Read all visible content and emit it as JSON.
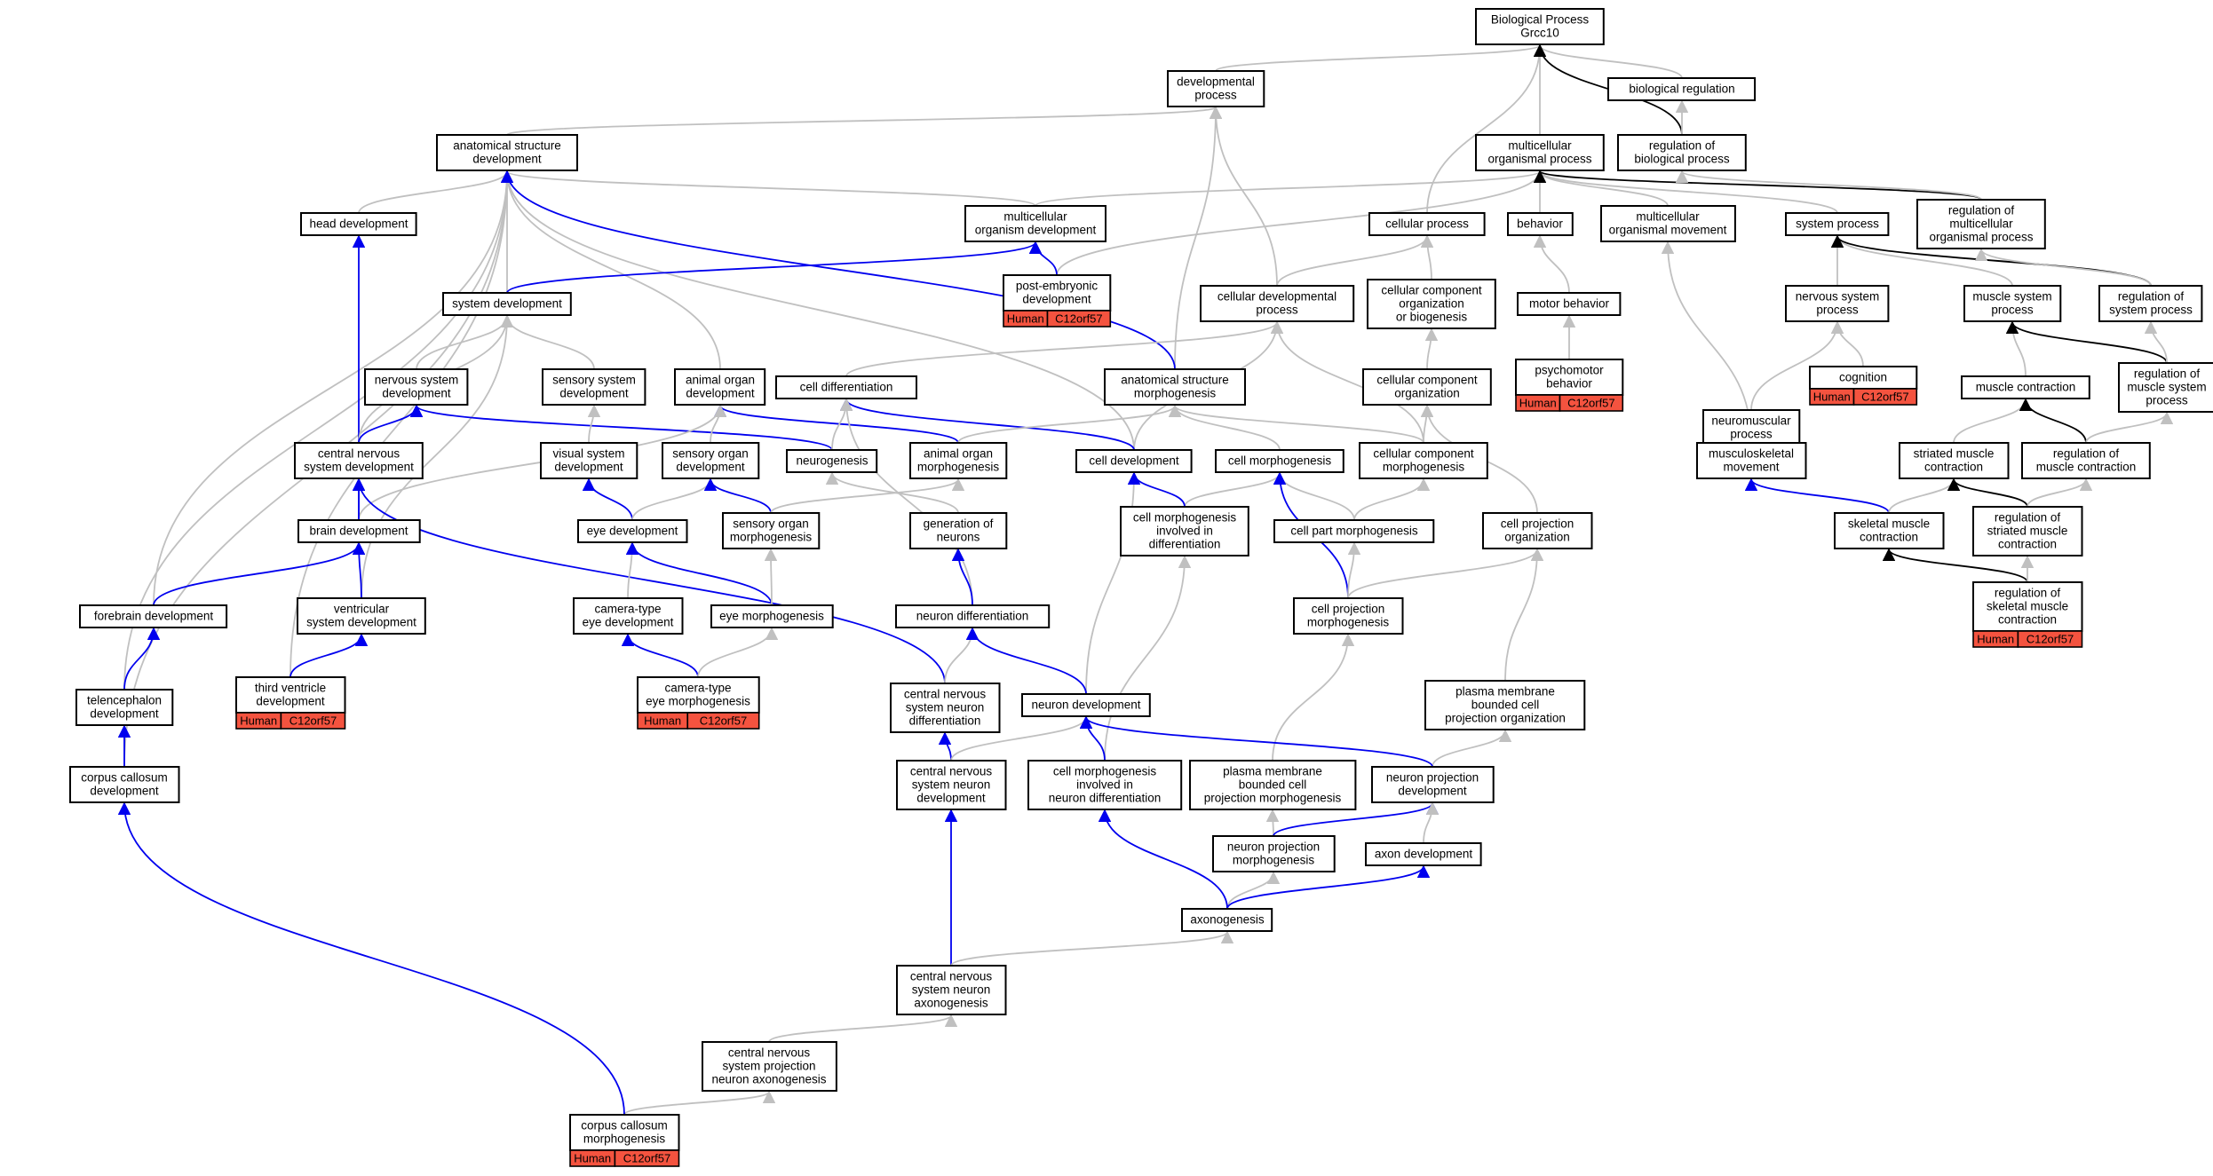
{
  "colors": {
    "is_a": "#c0c0c0",
    "part_of": "#0000ee",
    "regulates": "#000000",
    "annotation": "#f4533f"
  },
  "nodes": [
    {
      "id": "bp",
      "lines": [
        "Biological Process",
        "Grcc10"
      ]
    },
    {
      "id": "devproc",
      "lines": [
        "developmental",
        "process"
      ]
    },
    {
      "id": "bioreg",
      "lines": [
        "biological regulation"
      ]
    },
    {
      "id": "asd",
      "lines": [
        "anatomical structure",
        "development"
      ]
    },
    {
      "id": "mop",
      "lines": [
        "multicellular",
        "organismal process"
      ]
    },
    {
      "id": "regbp",
      "lines": [
        "regulation of",
        "biological process"
      ]
    },
    {
      "id": "headdev",
      "lines": [
        "head development"
      ]
    },
    {
      "id": "mod",
      "lines": [
        "multicellular",
        "organism development"
      ]
    },
    {
      "id": "cellproc",
      "lines": [
        "cellular process"
      ]
    },
    {
      "id": "behavior",
      "lines": [
        "behavior"
      ]
    },
    {
      "id": "mom",
      "lines": [
        "multicellular",
        "organismal movement"
      ]
    },
    {
      "id": "sysproc",
      "lines": [
        "system process"
      ]
    },
    {
      "id": "regmop",
      "lines": [
        "regulation of",
        "multicellular",
        "organismal process"
      ]
    },
    {
      "id": "ped",
      "lines": [
        "post-embryonic",
        "development"
      ],
      "annotation": [
        "Human",
        "C12orf57"
      ]
    },
    {
      "id": "sysdev",
      "lines": [
        "system development"
      ]
    },
    {
      "id": "celldevproc",
      "lines": [
        "cellular developmental",
        "process"
      ]
    },
    {
      "id": "ccob",
      "lines": [
        "cellular component",
        "organization",
        "or biogenesis"
      ]
    },
    {
      "id": "motorbeh",
      "lines": [
        "motor behavior"
      ]
    },
    {
      "id": "nsproc",
      "lines": [
        "nervous system",
        "process"
      ]
    },
    {
      "id": "msproc",
      "lines": [
        "muscle system",
        "process"
      ]
    },
    {
      "id": "regsysproc",
      "lines": [
        "regulation of",
        "system process"
      ]
    },
    {
      "id": "nsdev",
      "lines": [
        "nervous system",
        "development"
      ]
    },
    {
      "id": "ssdev",
      "lines": [
        "sensory system",
        "development"
      ]
    },
    {
      "id": "aod",
      "lines": [
        "animal organ",
        "development"
      ]
    },
    {
      "id": "celldiff",
      "lines": [
        "cell differentiation"
      ]
    },
    {
      "id": "asm",
      "lines": [
        "anatomical structure",
        "morphogenesis"
      ]
    },
    {
      "id": "cco",
      "lines": [
        "cellular component",
        "organization"
      ]
    },
    {
      "id": "psychomotor",
      "lines": [
        "psychomotor",
        "behavior"
      ],
      "annotation": [
        "Human",
        "C12orf57"
      ]
    },
    {
      "id": "cognition",
      "lines": [
        "cognition"
      ],
      "annotation": [
        "Human",
        "C12orf57"
      ]
    },
    {
      "id": "musclecontr",
      "lines": [
        "muscle contraction"
      ]
    },
    {
      "id": "regmsp",
      "lines": [
        "regulation of",
        "muscle system",
        "process"
      ]
    },
    {
      "id": "neuromusc",
      "lines": [
        "neuromuscular",
        "process"
      ]
    },
    {
      "id": "cnsdev",
      "lines": [
        "central nervous",
        "system development"
      ]
    },
    {
      "id": "visualdev",
      "lines": [
        "visual system",
        "development"
      ]
    },
    {
      "id": "sensorgandev",
      "lines": [
        "sensory organ",
        "development"
      ]
    },
    {
      "id": "neurogenesis",
      "lines": [
        "neurogenesis"
      ]
    },
    {
      "id": "aom",
      "lines": [
        "animal organ",
        "morphogenesis"
      ]
    },
    {
      "id": "celldev",
      "lines": [
        "cell development"
      ]
    },
    {
      "id": "cellmorph",
      "lines": [
        "cell morphogenesis"
      ]
    },
    {
      "id": "ccm",
      "lines": [
        "cellular component",
        "morphogenesis"
      ]
    },
    {
      "id": "musculoskel",
      "lines": [
        "musculoskeletal",
        "movement"
      ]
    },
    {
      "id": "striated",
      "lines": [
        "striated muscle",
        "contraction"
      ]
    },
    {
      "id": "regmc",
      "lines": [
        "regulation of",
        "muscle contraction"
      ]
    },
    {
      "id": "braindev",
      "lines": [
        "brain development"
      ]
    },
    {
      "id": "eyedev",
      "lines": [
        "eye development"
      ]
    },
    {
      "id": "som",
      "lines": [
        "sensory organ",
        "morphogenesis"
      ]
    },
    {
      "id": "genneurons",
      "lines": [
        "generation of",
        "neurons"
      ]
    },
    {
      "id": "cmid",
      "lines": [
        "cell morphogenesis",
        "involved in",
        "differentiation"
      ]
    },
    {
      "id": "cpm",
      "lines": [
        "cell part morphogenesis"
      ]
    },
    {
      "id": "cpo",
      "lines": [
        "cell projection",
        "organization"
      ]
    },
    {
      "id": "skeletal",
      "lines": [
        "skeletal muscle",
        "contraction"
      ]
    },
    {
      "id": "regsmc",
      "lines": [
        "regulation of",
        "striated muscle",
        "contraction"
      ]
    },
    {
      "id": "forebrain",
      "lines": [
        "forebrain development"
      ]
    },
    {
      "id": "ventricular",
      "lines": [
        "ventricular",
        "system development"
      ]
    },
    {
      "id": "cted",
      "lines": [
        "camera-type",
        "eye development"
      ]
    },
    {
      "id": "eyemorph",
      "lines": [
        "eye morphogenesis"
      ]
    },
    {
      "id": "neurondiff",
      "lines": [
        "neuron differentiation"
      ]
    },
    {
      "id": "cpmorph",
      "lines": [
        "cell projection",
        "morphogenesis"
      ]
    },
    {
      "id": "regskmc",
      "lines": [
        "regulation of",
        "skeletal muscle",
        "contraction"
      ],
      "annotation": [
        "Human",
        "C12orf57"
      ]
    },
    {
      "id": "telenceph",
      "lines": [
        "telencephalon",
        "development"
      ]
    },
    {
      "id": "thirdvent",
      "lines": [
        "third ventricle",
        "development"
      ],
      "annotation": [
        "Human",
        "C12orf57"
      ]
    },
    {
      "id": "ctem",
      "lines": [
        "camera-type",
        "eye morphogenesis"
      ],
      "annotation": [
        "Human",
        "C12orf57"
      ]
    },
    {
      "id": "cnsnd",
      "lines": [
        "central nervous",
        "system neuron",
        "differentiation"
      ]
    },
    {
      "id": "neurondev",
      "lines": [
        "neuron development"
      ]
    },
    {
      "id": "pmbcpo",
      "lines": [
        "plasma membrane",
        "bounded cell",
        "projection organization"
      ]
    },
    {
      "id": "ccdev",
      "lines": [
        "corpus callosum",
        "development"
      ]
    },
    {
      "id": "cnsndev",
      "lines": [
        "central nervous",
        "system neuron",
        "development"
      ]
    },
    {
      "id": "cmind",
      "lines": [
        "cell morphogenesis",
        "involved in",
        "neuron differentiation"
      ]
    },
    {
      "id": "pmbcpm",
      "lines": [
        "plasma membrane",
        "bounded cell",
        "projection morphogenesis"
      ]
    },
    {
      "id": "npd",
      "lines": [
        "neuron projection",
        "development"
      ]
    },
    {
      "id": "npm",
      "lines": [
        "neuron projection",
        "morphogenesis"
      ]
    },
    {
      "id": "axondev",
      "lines": [
        "axon development"
      ]
    },
    {
      "id": "axonogenesis",
      "lines": [
        "axonogenesis"
      ]
    },
    {
      "id": "cnsna",
      "lines": [
        "central nervous",
        "system neuron",
        "axonogenesis"
      ]
    },
    {
      "id": "cnspna",
      "lines": [
        "central nervous",
        "system projection",
        "neuron axonogenesis"
      ]
    },
    {
      "id": "ccmorph",
      "lines": [
        "corpus callosum",
        "morphogenesis"
      ],
      "annotation": [
        "Human",
        "C12orf57"
      ]
    }
  ],
  "edges": [
    [
      "devproc",
      "bp",
      "is_a"
    ],
    [
      "cellproc",
      "bp",
      "is_a"
    ],
    [
      "mop",
      "bp",
      "is_a"
    ],
    [
      "bioreg",
      "bp",
      "is_a"
    ],
    [
      "regbp",
      "bp",
      "regulates"
    ],
    [
      "regbp",
      "bioreg",
      "is_a"
    ],
    [
      "asd",
      "devproc",
      "is_a"
    ],
    [
      "celldevproc",
      "devproc",
      "is_a"
    ],
    [
      "asm",
      "devproc",
      "is_a"
    ],
    [
      "mod",
      "asd",
      "is_a"
    ],
    [
      "headdev",
      "asd",
      "is_a"
    ],
    [
      "sysdev",
      "asd",
      "is_a"
    ],
    [
      "aod",
      "asd",
      "is_a"
    ],
    [
      "celldev",
      "asd",
      "is_a"
    ],
    [
      "forebrain",
      "asd",
      "is_a"
    ],
    [
      "telenceph",
      "asd",
      "is_a"
    ],
    [
      "thirdvent",
      "asd",
      "is_a"
    ],
    [
      "ccdev",
      "asd",
      "is_a"
    ],
    [
      "asm",
      "asd",
      "part_of"
    ],
    [
      "mod",
      "mop",
      "is_a"
    ],
    [
      "ped",
      "mop",
      "is_a"
    ],
    [
      "behavior",
      "mop",
      "is_a"
    ],
    [
      "mom",
      "mop",
      "is_a"
    ],
    [
      "sysproc",
      "mop",
      "is_a"
    ],
    [
      "regmop",
      "mop",
      "regulates"
    ],
    [
      "regmop",
      "regbp",
      "is_a"
    ],
    [
      "ped",
      "mod",
      "part_of"
    ],
    [
      "sysdev",
      "mod",
      "part_of"
    ],
    [
      "braindev",
      "headdev",
      "part_of"
    ],
    [
      "celldevproc",
      "cellproc",
      "is_a"
    ],
    [
      "ccob",
      "cellproc",
      "is_a"
    ],
    [
      "motorbeh",
      "behavior",
      "is_a"
    ],
    [
      "psychomotor",
      "motorbeh",
      "is_a"
    ],
    [
      "musculoskel",
      "mom",
      "is_a"
    ],
    [
      "nsproc",
      "sysproc",
      "is_a"
    ],
    [
      "msproc",
      "sysproc",
      "is_a"
    ],
    [
      "regsysproc",
      "sysproc",
      "regulates"
    ],
    [
      "regsysproc",
      "regmop",
      "is_a"
    ],
    [
      "nsdev",
      "sysdev",
      "is_a"
    ],
    [
      "ssdev",
      "sysdev",
      "is_a"
    ],
    [
      "cnsdev",
      "sysdev",
      "is_a"
    ],
    [
      "ventricular",
      "sysdev",
      "is_a"
    ],
    [
      "celldiff",
      "celldevproc",
      "is_a"
    ],
    [
      "celldev",
      "celldevproc",
      "is_a"
    ],
    [
      "ccm",
      "celldevproc",
      "is_a"
    ],
    [
      "cco",
      "ccob",
      "is_a"
    ],
    [
      "neuromusc",
      "nsproc",
      "is_a"
    ],
    [
      "cognition",
      "nsproc",
      "is_a"
    ],
    [
      "musclecontr",
      "msproc",
      "is_a"
    ],
    [
      "regmsp",
      "msproc",
      "regulates"
    ],
    [
      "regmsp",
      "regsysproc",
      "is_a"
    ],
    [
      "cnsdev",
      "nsdev",
      "part_of"
    ],
    [
      "neurogenesis",
      "nsdev",
      "part_of"
    ],
    [
      "visualdev",
      "ssdev",
      "is_a"
    ],
    [
      "sensorgandev",
      "aod",
      "is_a"
    ],
    [
      "aom",
      "aod",
      "part_of"
    ],
    [
      "braindev",
      "aod",
      "is_a"
    ],
    [
      "neurogenesis",
      "celldiff",
      "is_a"
    ],
    [
      "celldev",
      "celldiff",
      "part_of"
    ],
    [
      "neurondiff",
      "celldiff",
      "is_a"
    ],
    [
      "aom",
      "asm",
      "is_a"
    ],
    [
      "cellmorph",
      "asm",
      "is_a"
    ],
    [
      "ccm",
      "asm",
      "is_a"
    ],
    [
      "ccm",
      "cco",
      "is_a"
    ],
    [
      "cpo",
      "cco",
      "is_a"
    ],
    [
      "striated",
      "musclecontr",
      "is_a"
    ],
    [
      "regmc",
      "musclecontr",
      "regulates"
    ],
    [
      "regmc",
      "regmsp",
      "is_a"
    ],
    [
      "musculoskel",
      "neuromusc",
      "is_a"
    ],
    [
      "braindev",
      "cnsdev",
      "part_of"
    ],
    [
      "cnsnd",
      "cnsdev",
      "part_of"
    ],
    [
      "eyedev",
      "visualdev",
      "part_of"
    ],
    [
      "eyedev",
      "sensorgandev",
      "is_a"
    ],
    [
      "som",
      "sensorgandev",
      "part_of"
    ],
    [
      "genneurons",
      "neurogenesis",
      "is_a"
    ],
    [
      "som",
      "aom",
      "is_a"
    ],
    [
      "neurondev",
      "celldev",
      "is_a"
    ],
    [
      "cmid",
      "cellmorph",
      "is_a"
    ],
    [
      "cmid",
      "celldev",
      "part_of"
    ],
    [
      "cpm",
      "cellmorph",
      "is_a"
    ],
    [
      "cpmorph",
      "cellmorph",
      "part_of"
    ],
    [
      "cpm",
      "ccm",
      "is_a"
    ],
    [
      "skeletal",
      "musculoskel",
      "part_of"
    ],
    [
      "skeletal",
      "striated",
      "is_a"
    ],
    [
      "regsmc",
      "striated",
      "regulates"
    ],
    [
      "regsmc",
      "regmc",
      "is_a"
    ],
    [
      "forebrain",
      "braindev",
      "part_of"
    ],
    [
      "ventricular",
      "braindev",
      "part_of"
    ],
    [
      "cted",
      "eyedev",
      "is_a"
    ],
    [
      "eyemorph",
      "eyedev",
      "part_of"
    ],
    [
      "eyemorph",
      "som",
      "is_a"
    ],
    [
      "neurondiff",
      "genneurons",
      "part_of"
    ],
    [
      "cmind",
      "cmid",
      "is_a"
    ],
    [
      "cpmorph",
      "cpm",
      "is_a"
    ],
    [
      "cpmorph",
      "cpo",
      "is_a"
    ],
    [
      "pmbcpo",
      "cpo",
      "is_a"
    ],
    [
      "regskmc",
      "skeletal",
      "regulates"
    ],
    [
      "regskmc",
      "regsmc",
      "is_a"
    ],
    [
      "telenceph",
      "forebrain",
      "part_of"
    ],
    [
      "thirdvent",
      "ventricular",
      "part_of"
    ],
    [
      "ctem",
      "cted",
      "part_of"
    ],
    [
      "ctem",
      "eyemorph",
      "is_a"
    ],
    [
      "cnsnd",
      "neurondiff",
      "is_a"
    ],
    [
      "neurondev",
      "neurondiff",
      "part_of"
    ],
    [
      "pmbcpm",
      "cpmorph",
      "is_a"
    ],
    [
      "npd",
      "pmbcpo",
      "is_a"
    ],
    [
      "ccdev",
      "telenceph",
      "part_of"
    ],
    [
      "cnsndev",
      "cnsnd",
      "part_of"
    ],
    [
      "cnsndev",
      "neurondev",
      "is_a"
    ],
    [
      "cmind",
      "neurondev",
      "part_of"
    ],
    [
      "npd",
      "neurondev",
      "part_of"
    ],
    [
      "npm",
      "pmbcpm",
      "is_a"
    ],
    [
      "npm",
      "npd",
      "part_of"
    ],
    [
      "axondev",
      "npd",
      "is_a"
    ],
    [
      "axonogenesis",
      "npm",
      "is_a"
    ],
    [
      "axonogenesis",
      "axondev",
      "part_of"
    ],
    [
      "axonogenesis",
      "cmind",
      "part_of"
    ],
    [
      "cnsna",
      "cnsndev",
      "part_of"
    ],
    [
      "cnsna",
      "axonogenesis",
      "is_a"
    ],
    [
      "cnspna",
      "cnsna",
      "is_a"
    ],
    [
      "ccmorph",
      "cnspna",
      "is_a"
    ],
    [
      "ccmorph",
      "ccdev",
      "part_of"
    ]
  ]
}
